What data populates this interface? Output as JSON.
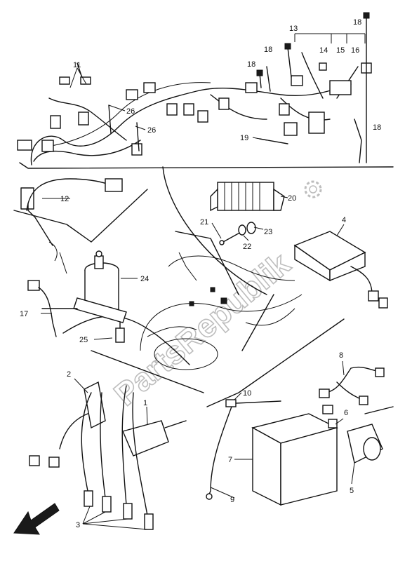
{
  "watermark": "PartsRepublik",
  "callouts": [
    {
      "id": "c1",
      "label": "1"
    },
    {
      "id": "c2",
      "label": "2"
    },
    {
      "id": "c3",
      "label": "3"
    },
    {
      "id": "c4",
      "label": "4"
    },
    {
      "id": "c5",
      "label": "5"
    },
    {
      "id": "c6",
      "label": "6"
    },
    {
      "id": "c7",
      "label": "7"
    },
    {
      "id": "c8",
      "label": "8"
    },
    {
      "id": "c9",
      "label": "9"
    },
    {
      "id": "c10",
      "label": "10"
    },
    {
      "id": "c11",
      "label": "11"
    },
    {
      "id": "c12",
      "label": "12"
    },
    {
      "id": "c13",
      "label": "13"
    },
    {
      "id": "c14",
      "label": "14"
    },
    {
      "id": "c15",
      "label": "15"
    },
    {
      "id": "c16",
      "label": "16"
    },
    {
      "id": "c17",
      "label": "17"
    },
    {
      "id": "c18a",
      "label": "18"
    },
    {
      "id": "c18b",
      "label": "18"
    },
    {
      "id": "c18c",
      "label": "18"
    },
    {
      "id": "c18d",
      "label": "18"
    },
    {
      "id": "c19",
      "label": "19"
    },
    {
      "id": "c20",
      "label": "20"
    },
    {
      "id": "c21",
      "label": "21"
    },
    {
      "id": "c22",
      "label": "22"
    },
    {
      "id": "c23",
      "label": "23"
    },
    {
      "id": "c24",
      "label": "24"
    },
    {
      "id": "c25",
      "label": "25"
    },
    {
      "id": "c26a",
      "label": "26"
    },
    {
      "id": "c26b",
      "label": "26"
    }
  ]
}
